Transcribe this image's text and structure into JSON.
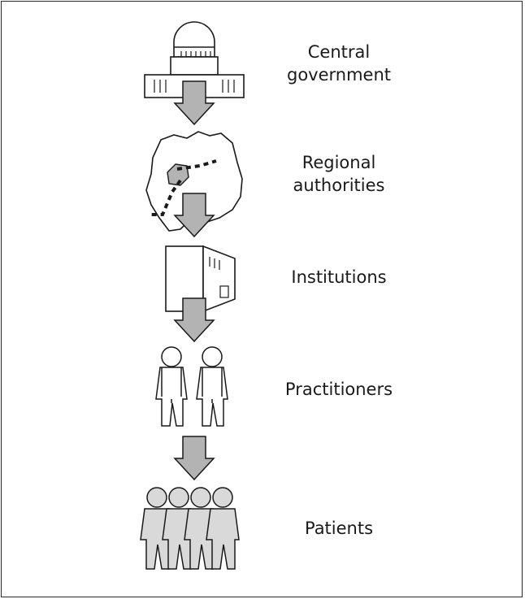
{
  "levels": [
    {
      "icon": "capitol-building-icon",
      "label_lines": [
        "Central",
        "government"
      ]
    },
    {
      "icon": "region-map-icon",
      "label_lines": [
        "Regional",
        "authorities"
      ]
    },
    {
      "icon": "institution-building-icon",
      "label_lines": [
        "Institutions"
      ]
    },
    {
      "icon": "practitioners-icon",
      "label_lines": [
        "Practitioners"
      ]
    },
    {
      "icon": "patients-icon",
      "label_lines": [
        "Patients"
      ]
    }
  ],
  "connector": {
    "icon": "down-arrow-icon",
    "fill_color": "#b3b3b3",
    "stroke_color": "#1a1a1a"
  }
}
